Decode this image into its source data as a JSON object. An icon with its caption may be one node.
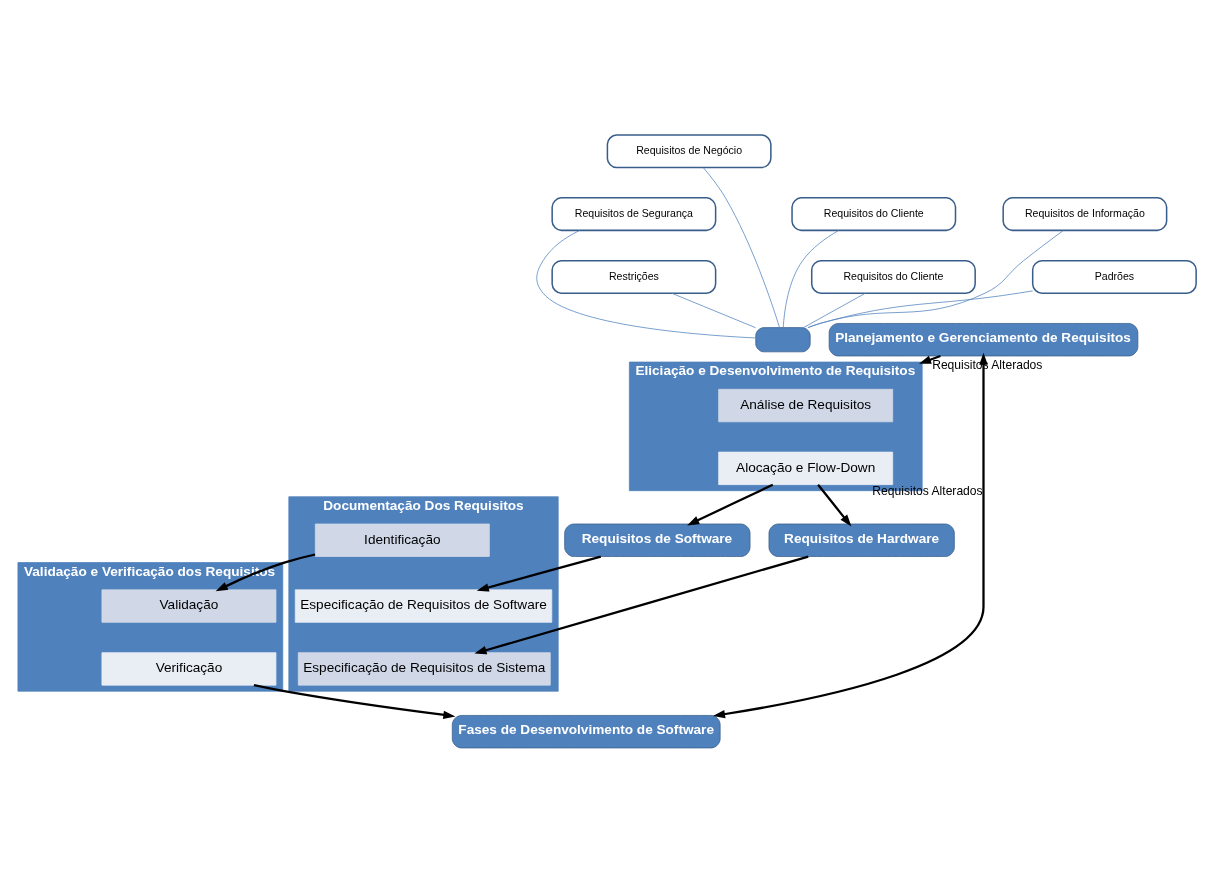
{
  "diagram": {
    "nodes": [
      {
        "text": [
          "Requisitos de Negócio"
        ]
      },
      {
        "text": [
          "Requisitos do Cliente"
        ]
      },
      {
        "text": [
          "Requisitos de Informação"
        ]
      },
      {
        "text": [
          "Requisitos de Segurança"
        ]
      },
      {
        "text": [
          "Requisitos do Cliente"
        ]
      },
      {
        "text": [
          "Restrições"
        ]
      },
      {
        "text": [
          "Padrões"
        ]
      },
      {
        "text": [],
        "shape": "dome"
      },
      {
        "text": [
          "Eliciação e Desenvolvimento de Requisitos"
        ]
      },
      {
        "text": [
          "Análise de Requisitos"
        ],
        "in": 8
      },
      {
        "text": [
          "Alocação e Flow-Down"
        ],
        "in": 8
      },
      {
        "text": [
          "Requisitos de Software"
        ]
      },
      {
        "text": [
          "Requisitos de Hardware"
        ]
      },
      {
        "text": [
          "Documentação Dos Requisitos"
        ]
      },
      {
        "text": [
          "Identificação"
        ],
        "in": 13
      },
      {
        "text": [
          "Especificação de Requisitos de Software"
        ],
        "in": 13
      },
      {
        "text": [
          "Especificação de Requisitos de Sistema"
        ],
        "in": 13
      },
      {
        "text": [
          "Validação e Verificação dos Requisitos"
        ]
      },
      {
        "text": [
          "Validação"
        ],
        "in": 17
      },
      {
        "text": [
          "Verificação"
        ],
        "in": 17
      },
      {
        "text": [
          "Planejamento e Gerenciamento de Requisitos"
        ]
      },
      {
        "text": [
          "Fases de Desenvolvimento de Software"
        ]
      }
    ],
    "edges": [
      {
        "from": 0,
        "to": 7,
        "arrow": "none",
        "color": "#4f81bd"
      },
      {
        "from": 1,
        "to": 7,
        "arrow": "none",
        "color": "#4f81bd"
      },
      {
        "from": 2,
        "to": 7,
        "arrow": "none",
        "color": "#4f81bd"
      },
      {
        "from": 3,
        "to": 7,
        "arrow": "none",
        "color": "#4f81bd"
      },
      {
        "from": 4,
        "to": 7,
        "arrow": "none",
        "color": "#4f81bd"
      },
      {
        "from": 5,
        "to": 7,
        "arrow": "none",
        "color": "#4f81bd"
      },
      {
        "from": 6,
        "to": 7,
        "arrow": "none",
        "color": "#4f81bd"
      },
      {
        "from": 10,
        "to": 11,
        "arrow": "to"
      },
      {
        "from": 10,
        "to": 12,
        "arrow": "to"
      },
      {
        "from": 11,
        "to": 15,
        "arrow": "to"
      },
      {
        "from": 12,
        "to": 16,
        "arrow": "to"
      },
      {
        "from": 14,
        "to": 18,
        "arrow": "to"
      },
      {
        "from": 19,
        "to": 21,
        "arrow": "to"
      },
      {
        "from": 20,
        "to": 21,
        "arrow": "both",
        "label": "Requisitos Alterados"
      },
      {
        "from": 20,
        "to": 8,
        "arrow": "to",
        "label": "Requisitos Alterados"
      }
    ]
  }
}
